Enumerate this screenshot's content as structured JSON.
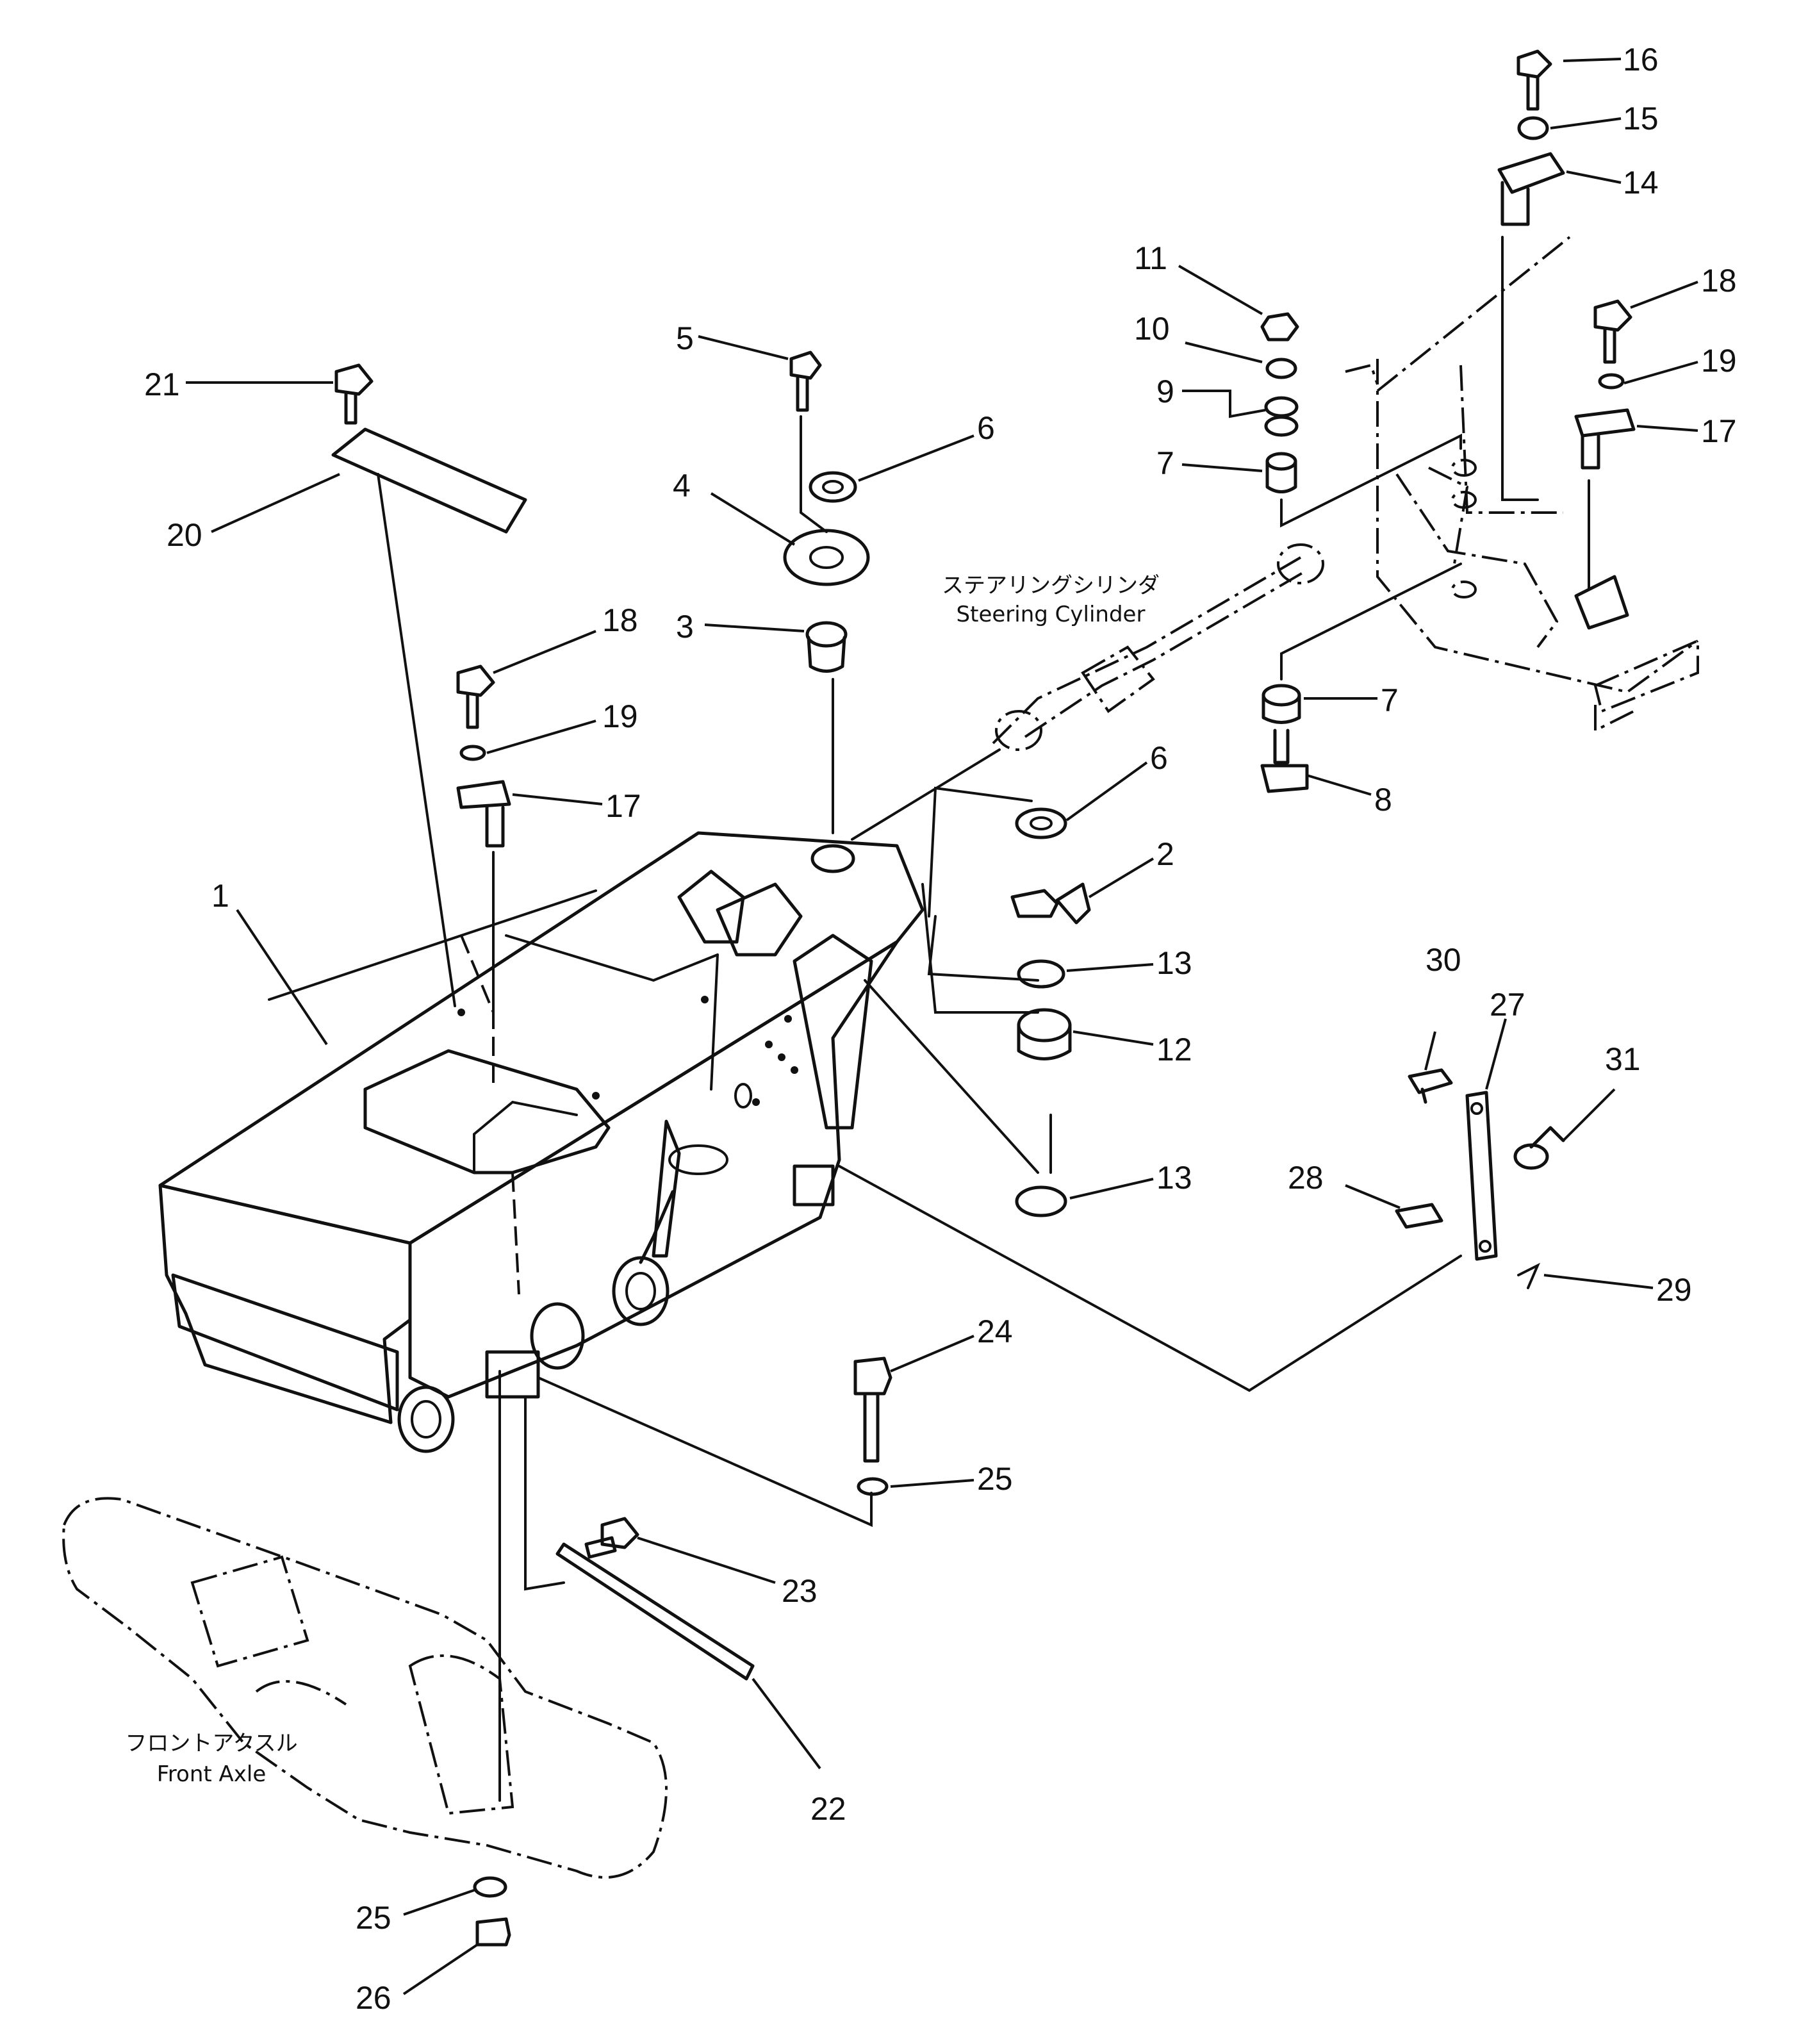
{
  "callouts": [
    {
      "id": "c16",
      "label": "16"
    },
    {
      "id": "c15",
      "label": "15"
    },
    {
      "id": "c14",
      "label": "14"
    },
    {
      "id": "c11",
      "label": "11"
    },
    {
      "id": "c18a",
      "label": "18"
    },
    {
      "id": "c10",
      "label": "10"
    },
    {
      "id": "c19a",
      "label": "19"
    },
    {
      "id": "c9",
      "label": "9"
    },
    {
      "id": "c17a",
      "label": "17"
    },
    {
      "id": "c7a",
      "label": "7"
    },
    {
      "id": "c5",
      "label": "5"
    },
    {
      "id": "c6a",
      "label": "6"
    },
    {
      "id": "c4",
      "label": "4"
    },
    {
      "id": "c21",
      "label": "21"
    },
    {
      "id": "c20",
      "label": "20"
    },
    {
      "id": "c3",
      "label": "3"
    },
    {
      "id": "c18b",
      "label": "18"
    },
    {
      "id": "c19b",
      "label": "19"
    },
    {
      "id": "c17b",
      "label": "17"
    },
    {
      "id": "c7b",
      "label": "7"
    },
    {
      "id": "c8",
      "label": "8"
    },
    {
      "id": "c6b",
      "label": "6"
    },
    {
      "id": "c2",
      "label": "2"
    },
    {
      "id": "c1",
      "label": "1"
    },
    {
      "id": "c13a",
      "label": "13"
    },
    {
      "id": "c12",
      "label": "12"
    },
    {
      "id": "c30",
      "label": "30"
    },
    {
      "id": "c27",
      "label": "27"
    },
    {
      "id": "c31",
      "label": "31"
    },
    {
      "id": "c13b",
      "label": "13"
    },
    {
      "id": "c28",
      "label": "28"
    },
    {
      "id": "c29",
      "label": "29"
    },
    {
      "id": "c24",
      "label": "24"
    },
    {
      "id": "c25a",
      "label": "25"
    },
    {
      "id": "c23",
      "label": "23"
    },
    {
      "id": "c22",
      "label": "22"
    },
    {
      "id": "c25b",
      "label": "25"
    },
    {
      "id": "c26",
      "label": "26"
    }
  ],
  "captions": {
    "steering_cylinder_jp": "ステアリングシリンダ",
    "steering_cylinder_en": "Steering Cylinder",
    "front_axle_jp": "フロントアクスル",
    "front_axle_en": "Front Axle"
  }
}
